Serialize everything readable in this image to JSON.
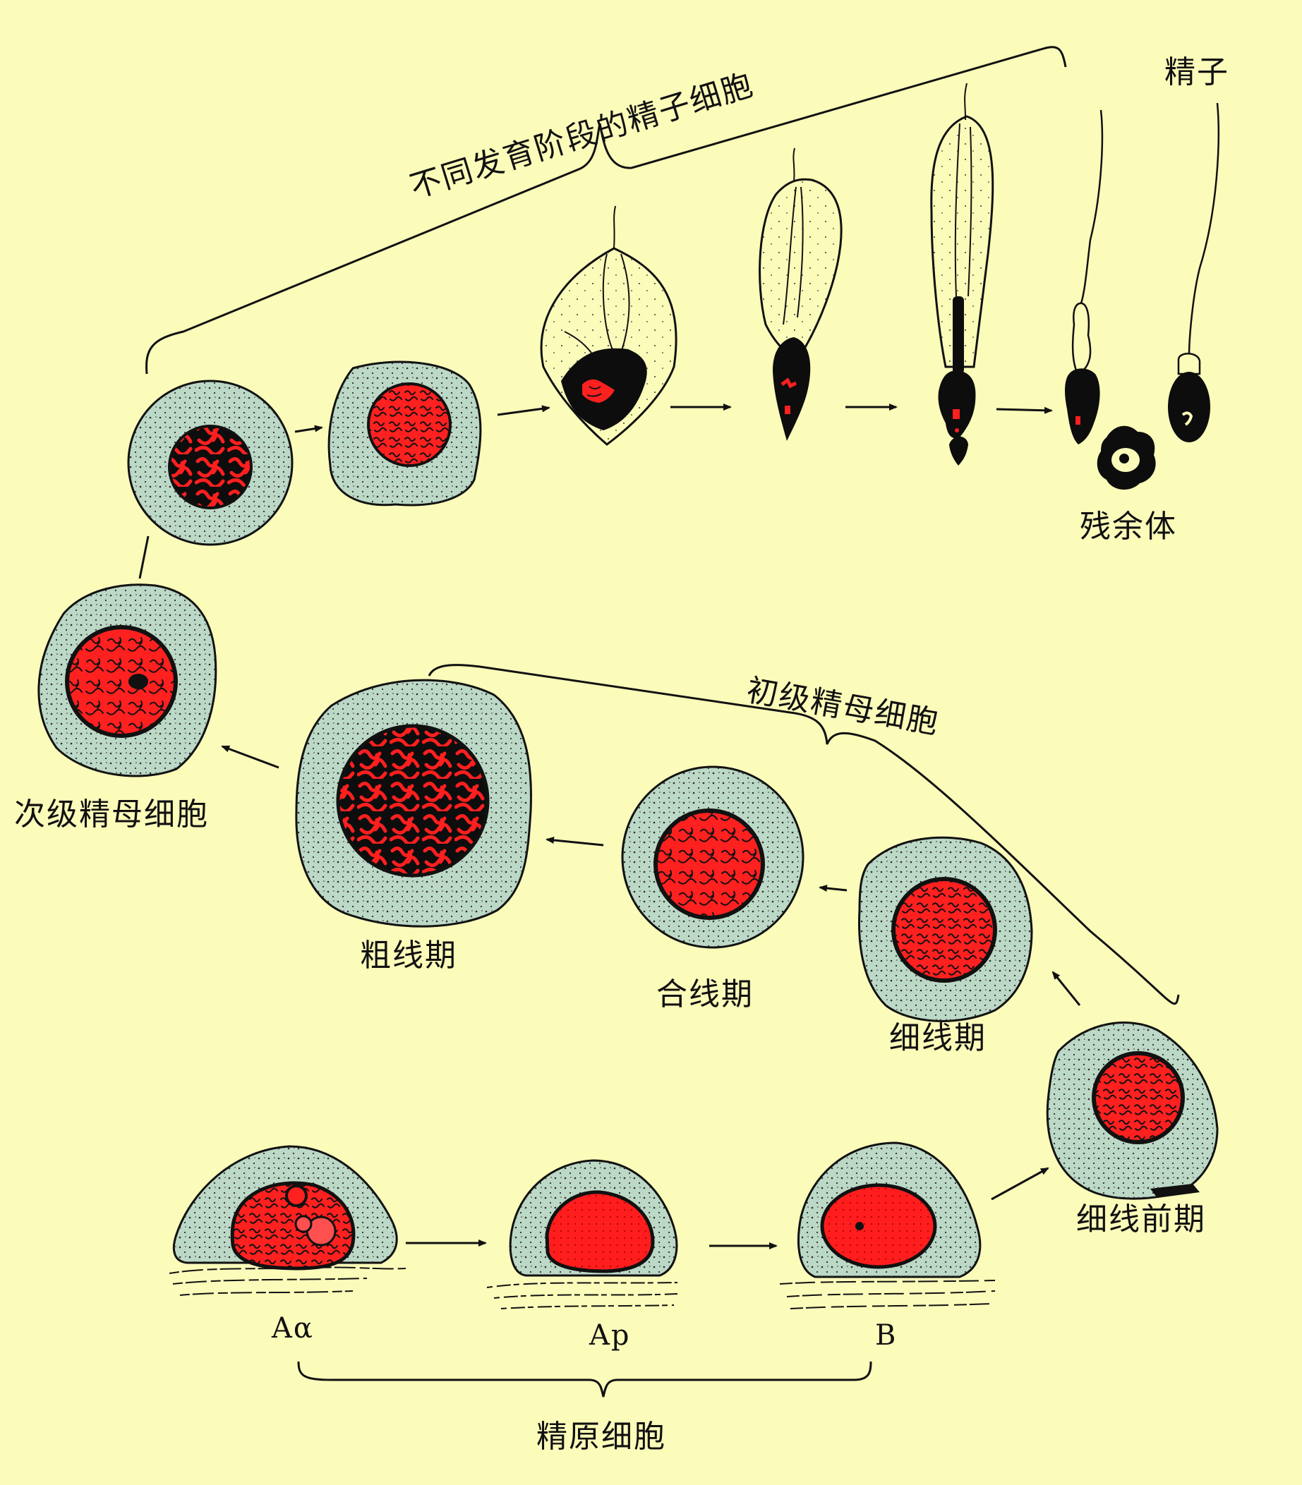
{
  "title": "精子发生过程示意图",
  "colors": {
    "background": "#fbfbba",
    "cytoplasm": "#bcd8c6",
    "chromatin": "#ff2020",
    "nucleus_outline": "#0d0d0d"
  },
  "labels": {
    "spermatid_stages": "不同发育阶段的精子细胞",
    "sperm": "精子",
    "residual_body": "残余体",
    "primary_spermatocyte": "初级精母细胞",
    "secondary_spermatocyte": "次级精母细胞",
    "pachytene": "粗线期",
    "zygotene": "合线期",
    "leptotene": "细线期",
    "preleptotene": "细线前期",
    "a_alpha": "Aα",
    "a_p": "Ap",
    "b": "B",
    "spermatogonia": "精原细胞"
  }
}
